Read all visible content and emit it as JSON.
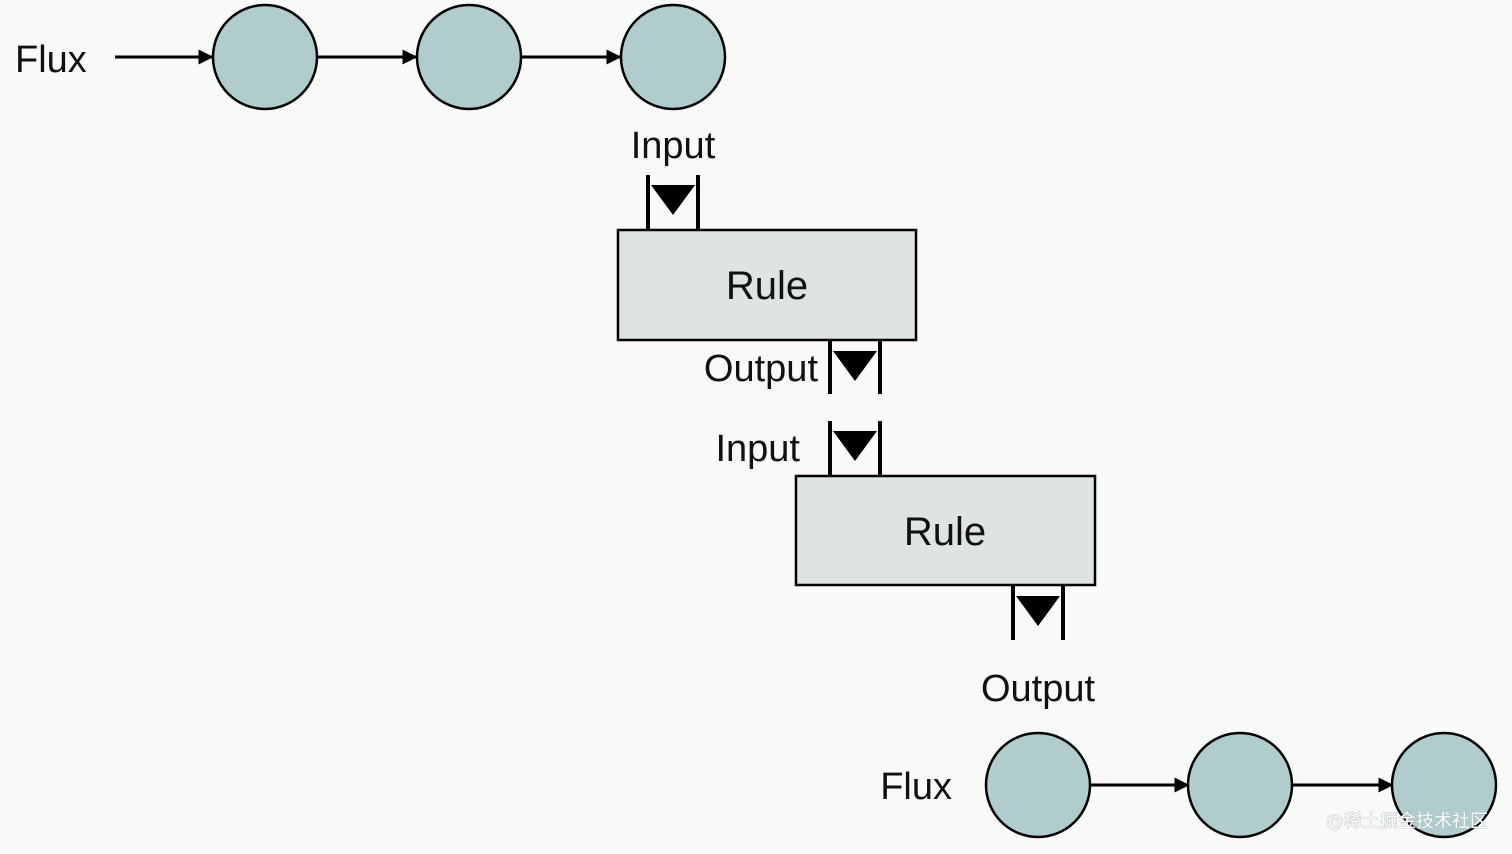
{
  "colors": {
    "background": "#f8f9f9",
    "node_fill": "#b1cccd",
    "rule_fill": "#dee4e3",
    "stroke": "#000000",
    "text": "#111111"
  },
  "top_flux": {
    "label": "Flux",
    "node_count": 3
  },
  "rule_1": {
    "label": "Rule",
    "input_label": "Input",
    "output_label": "Output"
  },
  "rule_2": {
    "label": "Rule",
    "input_label": "Input",
    "output_label": "Output"
  },
  "bottom_flux": {
    "label": "Flux",
    "node_count": 3
  },
  "watermark": "@稀土掘金技术社区"
}
